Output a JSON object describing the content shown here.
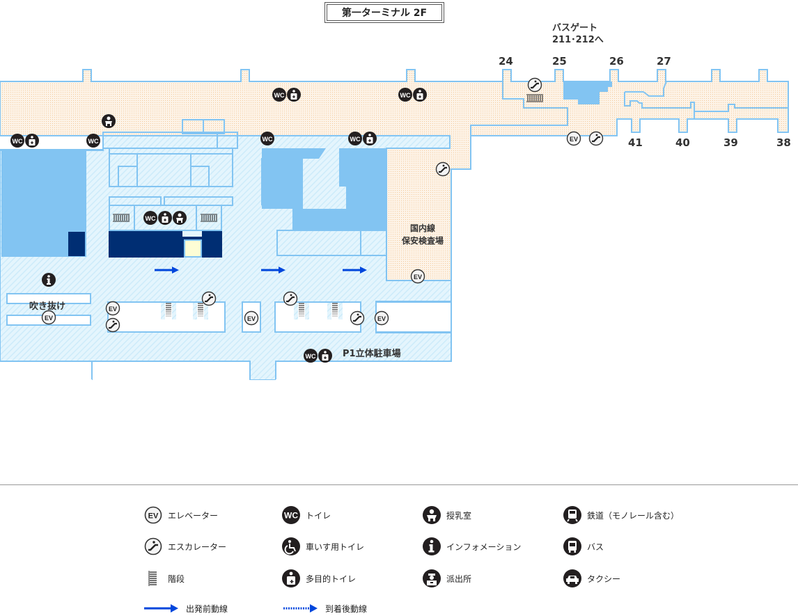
{
  "map": {
    "title": "第一ターミナル 2F",
    "bus_gate_note_line1": "バスゲート",
    "bus_gate_note_line2": "211･212へ",
    "gates_top": [
      "24",
      "25",
      "26",
      "27"
    ],
    "gates_bottom": [
      "41",
      "40",
      "39",
      "38"
    ],
    "areas": {
      "security": [
        "国内線",
        "保安検査場"
      ],
      "atrium": "吹き抜け",
      "parking": "P1立体駐車場"
    },
    "colors": {
      "departure_area": "#fdf0e0",
      "departure_dots": "#f5cfa3",
      "public_area": "#e2f4fd",
      "wall": "#82c4f2",
      "shop_fill": "#82c4f2",
      "dark_block": "#002e73",
      "yellow_block": "#fdfdd5",
      "icon_dark": "#231f20",
      "arrow": "#0046dc"
    }
  },
  "legend": {
    "items": [
      {
        "icon": "elevator-icon",
        "label": "エレベーター"
      },
      {
        "icon": "escalator-icon",
        "label": "エスカレーター"
      },
      {
        "icon": "stairs-icon",
        "label": "階段"
      },
      {
        "icon": "toilet-icon",
        "label": "トイレ"
      },
      {
        "icon": "wheelchair-toilet-icon",
        "label": "車いす用トイレ"
      },
      {
        "icon": "multipurpose-toilet-icon",
        "label": "多目的トイレ"
      },
      {
        "icon": "nursing-room-icon",
        "label": "授乳室"
      },
      {
        "icon": "information-icon",
        "label": "インフォメーション"
      },
      {
        "icon": "police-box-icon",
        "label": "派出所"
      },
      {
        "icon": "railway-icon",
        "label": "鉄道（モノレール含む）"
      },
      {
        "icon": "bus-icon",
        "label": "バス"
      },
      {
        "icon": "taxi-icon",
        "label": "タクシー"
      }
    ],
    "departure_route": "出発前動線",
    "arrival_route": "到着後動線"
  }
}
